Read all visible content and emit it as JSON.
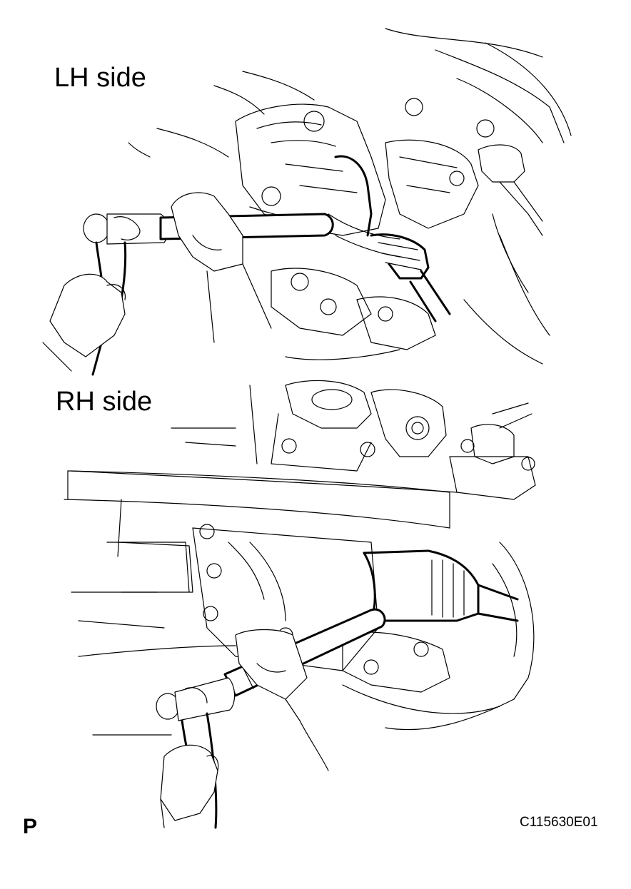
{
  "figure": {
    "lh_label": "LH side",
    "rh_label": "RH side",
    "page_mark": "P",
    "figure_id": "C115630E01"
  },
  "colors": {
    "line": "#000000",
    "background": "#ffffff"
  }
}
